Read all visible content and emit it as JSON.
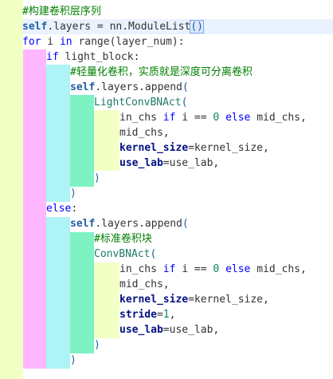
{
  "indent_guides": {
    "colors": {
      "level1": "#f2ffc5",
      "level2": "#ffb7ff",
      "level3": "#aef3f6",
      "level4": "#7ff2c3",
      "level5": "#f2ffc5"
    }
  },
  "code": {
    "lines": [
      {
        "segments": [
          {
            "cls": "cmt",
            "text": "#构建卷积层序列"
          }
        ]
      },
      {
        "segments": [
          {
            "cls": "self",
            "text": "self"
          },
          {
            "cls": "op",
            "text": ".layers = nn.ModuleList"
          },
          {
            "cls": "paren-hl",
            "text": "()"
          }
        ]
      },
      {
        "segments": [
          {
            "cls": "kw",
            "text": "for"
          },
          {
            "cls": "op",
            "text": " i "
          },
          {
            "cls": "kw",
            "text": "in"
          },
          {
            "cls": "op",
            "text": " range(layer_num):"
          }
        ]
      },
      {
        "segments": [
          {
            "cls": "kw",
            "text": "if"
          },
          {
            "cls": "op",
            "text": " light_block:"
          }
        ]
      },
      {
        "segments": [
          {
            "cls": "cmt",
            "text": "#轻量化卷积，实质就是深度可分离卷积"
          }
        ]
      },
      {
        "segments": [
          {
            "cls": "self",
            "text": "self"
          },
          {
            "cls": "op",
            "text": ".layers.append"
          },
          {
            "cls": "paren",
            "text": "("
          }
        ]
      },
      {
        "segments": [
          {
            "cls": "fn",
            "text": "LightConvBNAct"
          },
          {
            "cls": "paren",
            "text": "("
          }
        ]
      },
      {
        "segments": [
          {
            "cls": "op",
            "text": "in_chs "
          },
          {
            "cls": "kw",
            "text": "if"
          },
          {
            "cls": "op",
            "text": " i == "
          },
          {
            "cls": "num",
            "text": "0"
          },
          {
            "cls": "op",
            "text": " "
          },
          {
            "cls": "kw",
            "text": "else"
          },
          {
            "cls": "op",
            "text": " mid_chs,"
          }
        ]
      },
      {
        "segments": [
          {
            "cls": "op",
            "text": "mid_chs,"
          }
        ]
      },
      {
        "segments": [
          {
            "cls": "param",
            "text": "kernel_size"
          },
          {
            "cls": "op",
            "text": "=kernel_size,"
          }
        ]
      },
      {
        "segments": [
          {
            "cls": "param",
            "text": "use_lab"
          },
          {
            "cls": "op",
            "text": "=use_lab,"
          }
        ]
      },
      {
        "segments": [
          {
            "cls": "paren",
            "text": ")"
          }
        ]
      },
      {
        "segments": [
          {
            "cls": "paren",
            "text": ")"
          }
        ]
      },
      {
        "segments": [
          {
            "cls": "kw",
            "text": "else"
          },
          {
            "cls": "op",
            "text": ":"
          }
        ]
      },
      {
        "segments": [
          {
            "cls": "self",
            "text": "self"
          },
          {
            "cls": "op",
            "text": ".layers.append"
          },
          {
            "cls": "paren",
            "text": "("
          }
        ]
      },
      {
        "segments": [
          {
            "cls": "cmt",
            "text": "#标准卷积块"
          }
        ]
      },
      {
        "segments": [
          {
            "cls": "fn",
            "text": "ConvBNAct"
          },
          {
            "cls": "paren",
            "text": "("
          }
        ]
      },
      {
        "segments": [
          {
            "cls": "op",
            "text": "in_chs "
          },
          {
            "cls": "kw",
            "text": "if"
          },
          {
            "cls": "op",
            "text": " i == "
          },
          {
            "cls": "num",
            "text": "0"
          },
          {
            "cls": "op",
            "text": " "
          },
          {
            "cls": "kw",
            "text": "else"
          },
          {
            "cls": "op",
            "text": " mid_chs,"
          }
        ]
      },
      {
        "segments": [
          {
            "cls": "op",
            "text": "mid_chs,"
          }
        ]
      },
      {
        "segments": [
          {
            "cls": "param",
            "text": "kernel_size"
          },
          {
            "cls": "op",
            "text": "=kernel_size,"
          }
        ]
      },
      {
        "segments": [
          {
            "cls": "param",
            "text": "stride"
          },
          {
            "cls": "op",
            "text": "="
          },
          {
            "cls": "num",
            "text": "1"
          },
          {
            "cls": "op",
            "text": ","
          }
        ]
      },
      {
        "segments": [
          {
            "cls": "param",
            "text": "use_lab"
          },
          {
            "cls": "op",
            "text": "=use_lab,"
          }
        ]
      },
      {
        "segments": [
          {
            "cls": "paren",
            "text": ")"
          }
        ]
      },
      {
        "segments": [
          {
            "cls": "paren",
            "text": ")"
          }
        ]
      }
    ]
  }
}
